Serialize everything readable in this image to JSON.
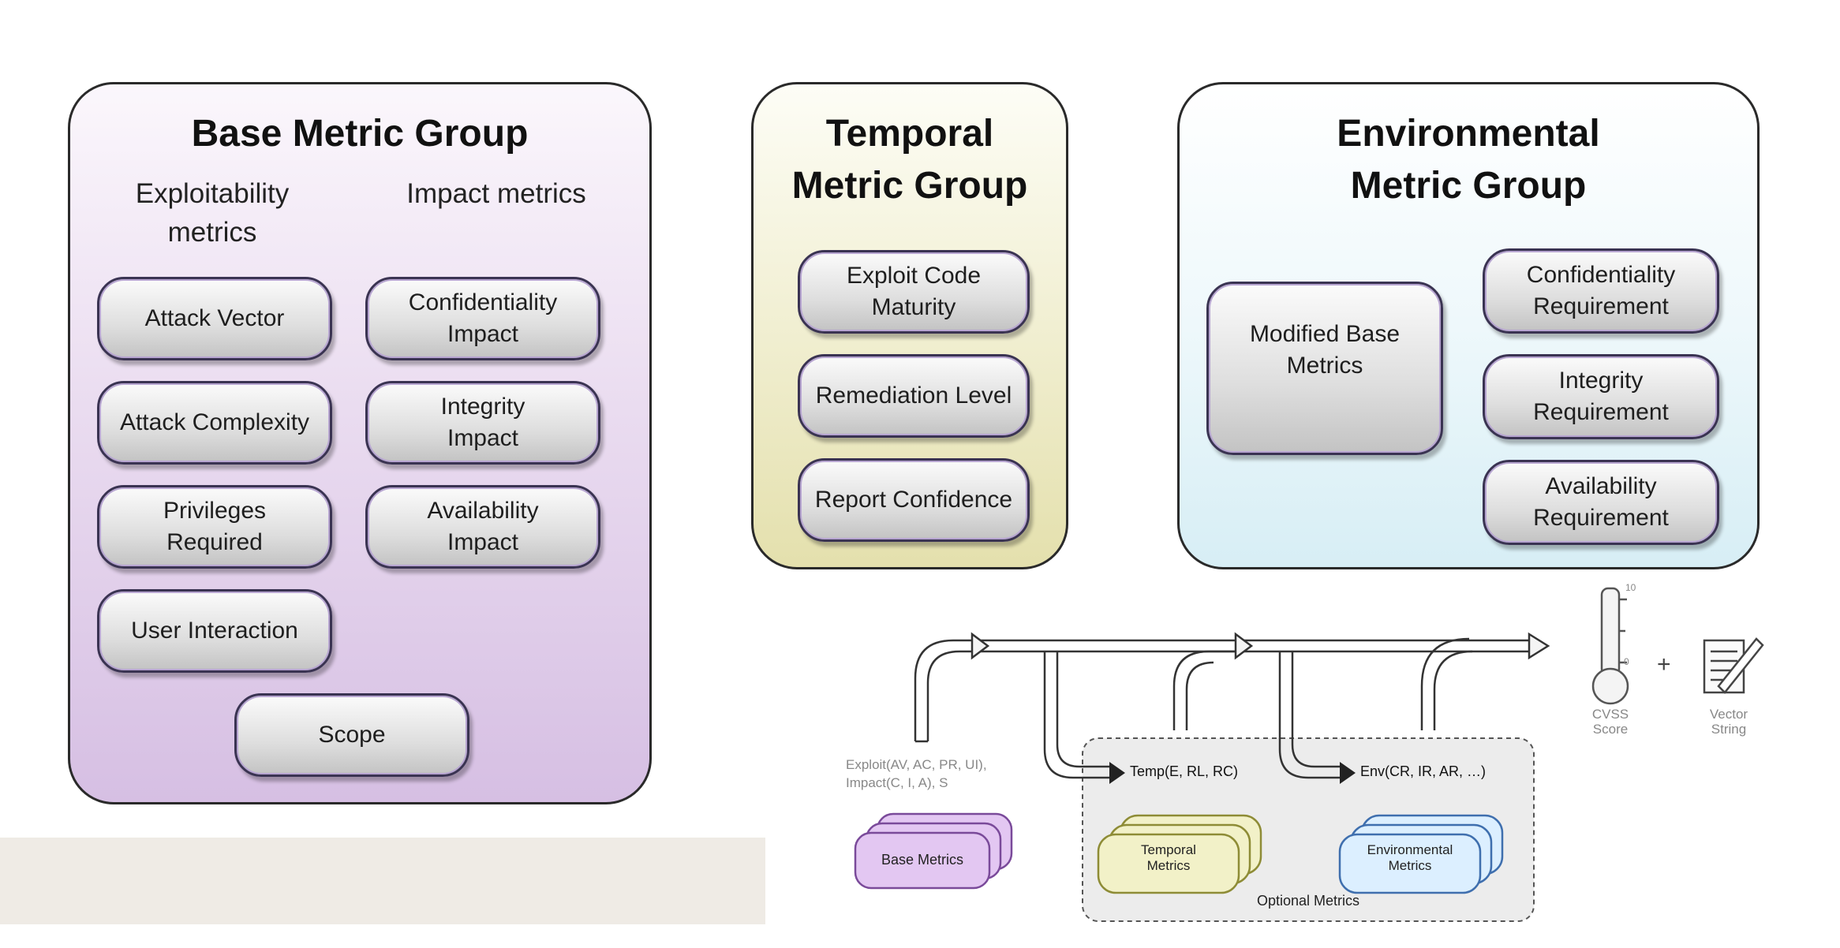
{
  "base_group": {
    "title": "Base Metric Group",
    "exploitability_header": "Exploitability\nmetrics",
    "impact_header": "Impact metrics",
    "attack_vector": "Attack Vector",
    "attack_complexity": "Attack Complexity",
    "privileges_required": "Privileges\nRequired",
    "user_interaction": "User Interaction",
    "confidentiality_impact": "Confidentiality\nImpact",
    "integrity_impact": "Integrity\nImpact",
    "availability_impact": "Availability\nImpact",
    "scope": "Scope"
  },
  "temporal_group": {
    "title": "Temporal\nMetric Group",
    "exploit_code_maturity": "Exploit Code\nMaturity",
    "remediation_level": "Remediation Level",
    "report_confidence": "Report Confidence"
  },
  "environmental_group": {
    "title": "Environmental\nMetric Group",
    "modified_base_metrics": "Modified Base\nMetrics",
    "confidentiality_requirement": "Confidentiality\nRequirement",
    "integrity_requirement": "Integrity\nRequirement",
    "availability_requirement": "Availability\nRequirement"
  },
  "flow": {
    "base_formula": "Exploit(AV, AC, PR, UI),\nImpact(C, I, A), S",
    "temp_formula": "Temp(E, RL, RC)",
    "env_formula": "Env(CR, IR, AR, …)",
    "base_metrics": "Base Metrics",
    "temporal_metrics": "Temporal\nMetrics",
    "environmental_metrics": "Environmental\nMetrics",
    "optional_metrics": "Optional Metrics",
    "thermometer_max": "10",
    "thermometer_min": "0",
    "plus": "+",
    "cvss_score": "CVSS\nScore",
    "vector_string": "Vector\nString"
  },
  "colors": {
    "base": "#d6bfe3",
    "temporal": "#e4e0ad",
    "environmental": "#d7eef5",
    "stack_purple": "#e3c7f2",
    "stack_olive": "#f2f1c8",
    "stack_blue": "#dcefff"
  }
}
